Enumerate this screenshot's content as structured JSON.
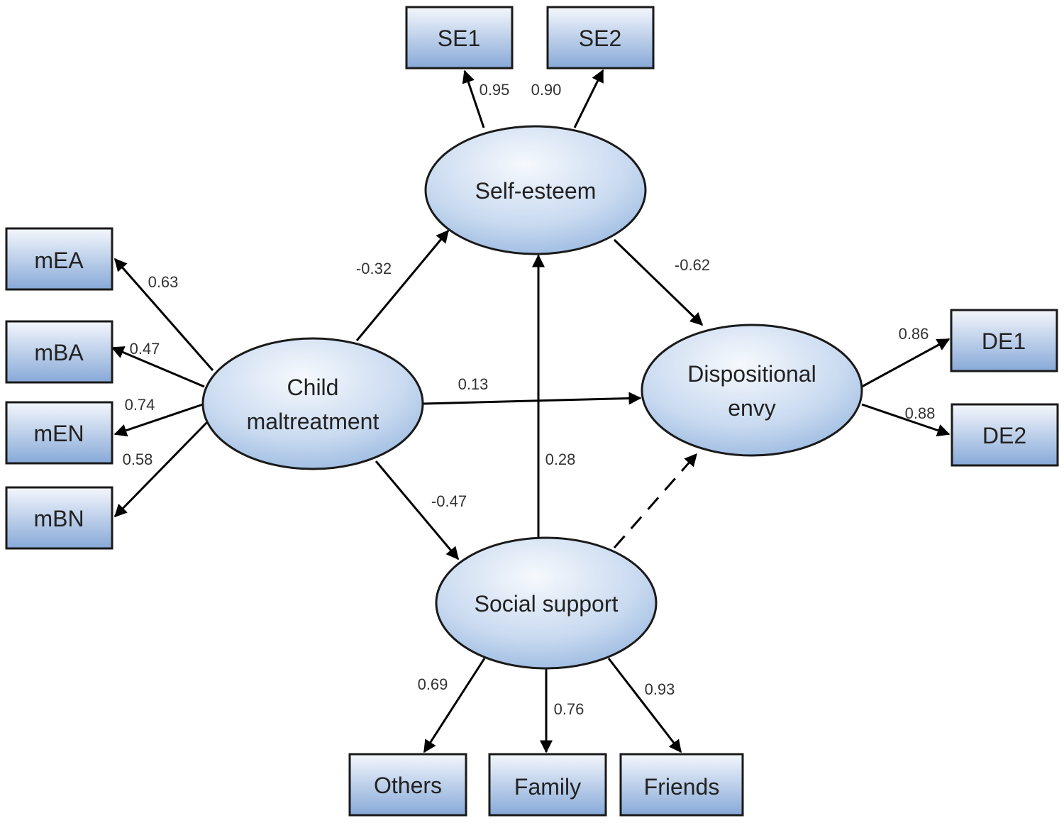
{
  "latent": {
    "child_maltreatment": {
      "line1": "Child",
      "line2": "maltreatment"
    },
    "self_esteem": {
      "label": "Self-esteem"
    },
    "social_support": {
      "label": "Social support"
    },
    "dispositional_envy": {
      "line1": "Dispositional",
      "line2": "envy"
    }
  },
  "indicators": {
    "mEA": "mEA",
    "mBA": "mBA",
    "mEN": "mEN",
    "mBN": "mBN",
    "SE1": "SE1",
    "SE2": "SE2",
    "DE1": "DE1",
    "DE2": "DE2",
    "others": "Others",
    "family": "Family",
    "friends": "Friends"
  },
  "loadings": {
    "mEA": "0.63",
    "mBA": "0.47",
    "mEN": "0.74",
    "mBN": "0.58",
    "SE1": "0.95",
    "SE2": "0.90",
    "DE1": "0.86",
    "DE2": "0.88",
    "others": "0.69",
    "family": "0.76",
    "friends": "0.93"
  },
  "paths": {
    "cm_to_se": "-0.32",
    "se_to_de": "-0.62",
    "cm_to_de": "0.13",
    "ss_to_se": "0.28",
    "cm_to_ss": "-0.47"
  },
  "colors": {
    "fill_light": "#f2f6fc",
    "fill_dark": "#8eb0dc",
    "stroke": "#1a1a1a"
  }
}
